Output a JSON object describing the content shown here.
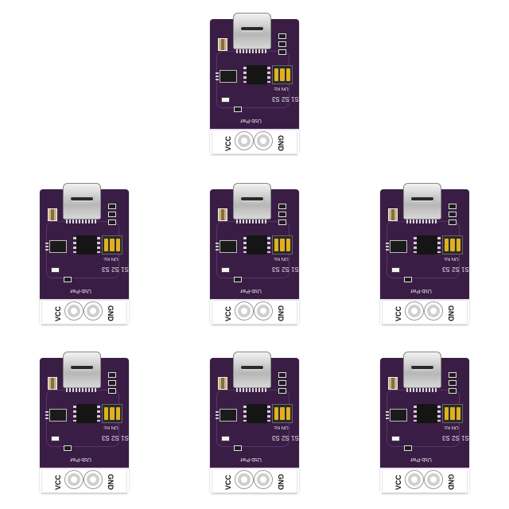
{
  "boards": [
    {
      "vcc": "VCC",
      "gnd": "GND",
      "usb_pwr": "Usb-Pwr",
      "switches": "S1 S2 S3",
      "dip_marks": "ON KE"
    },
    {
      "vcc": "VCC",
      "gnd": "GND",
      "usb_pwr": "Usb-Pwr",
      "switches": "S1 S2 S3",
      "dip_marks": "ON KE"
    },
    {
      "vcc": "VCC",
      "gnd": "GND",
      "usb_pwr": "Usb-Pwr",
      "switches": "S1 S2 S3",
      "dip_marks": "ON KE"
    },
    {
      "vcc": "VCC",
      "gnd": "GND",
      "usb_pwr": "Usb-Pwr",
      "switches": "S1 S2 S3",
      "dip_marks": "ON KE"
    },
    {
      "vcc": "VCC",
      "gnd": "GND",
      "usb_pwr": "Usb-Pwr",
      "switches": "S1 S2 S3",
      "dip_marks": "ON KE"
    },
    {
      "vcc": "VCC",
      "gnd": "GND",
      "usb_pwr": "Usb-Pwr",
      "switches": "S1 S2 S3",
      "dip_marks": "ON KE"
    },
    {
      "vcc": "VCC",
      "gnd": "GND",
      "usb_pwr": "Usb-Pwr",
      "switches": "S1 S2 S3",
      "dip_marks": "ON KE"
    }
  ],
  "colors": {
    "pcb": "#3a1d44",
    "silkscreen": "#e8e2ea",
    "dip_switch": "#e0b020"
  }
}
